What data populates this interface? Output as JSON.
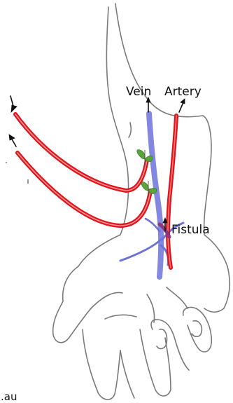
{
  "labels": {
    "vein": "Vein",
    "artery": "Artery",
    "fistula": "Fistula"
  },
  "credit_fragment": ".au",
  "colors": {
    "artery": "#e0141b",
    "vein": "#6d72d9",
    "outline": "#7a7a7a",
    "clamp": "#5aa63a"
  },
  "icons": {
    "flow_arrows": "arrow-icon",
    "clamps": "leaf-clamp-icon"
  }
}
